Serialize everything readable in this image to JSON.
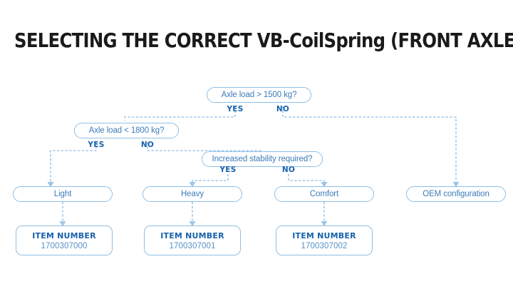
{
  "title": "SELECTING THE CORRECT VB-CoilSpring (FRONT AXLE)",
  "colors": {
    "title": "#1a1a1a",
    "node_border": "#8fbfe4",
    "node_text": "#3d7cb8",
    "branch_label": "#1761ac",
    "wire": "#9ec6e8",
    "background": "#ffffff"
  },
  "flow": {
    "decisions": [
      {
        "id": "decision-axle-load-1500",
        "question": "Axle load > 1500 kg?",
        "yes_label": "YES",
        "no_label": "NO"
      },
      {
        "id": "decision-axle-load-1800",
        "question": "Axle load < 1800 kg?",
        "yes_label": "YES",
        "no_label": "NO"
      },
      {
        "id": "decision-increased-stability",
        "question": "Increased stability required?",
        "yes_label": "YES",
        "no_label": "NO"
      }
    ],
    "results": [
      {
        "id": "result-light",
        "label": "Light"
      },
      {
        "id": "result-heavy",
        "label": "Heavy"
      },
      {
        "id": "result-comfort",
        "label": "Comfort"
      },
      {
        "id": "result-oem",
        "label": "OEM configuration"
      }
    ],
    "item_numbers": [
      {
        "id": "item-light",
        "label": "ITEM NUMBER",
        "value": "1700307000"
      },
      {
        "id": "item-heavy",
        "label": "ITEM NUMBER",
        "value": "1700307001"
      },
      {
        "id": "item-comfort",
        "label": "ITEM NUMBER",
        "value": "1700307002"
      }
    ]
  }
}
